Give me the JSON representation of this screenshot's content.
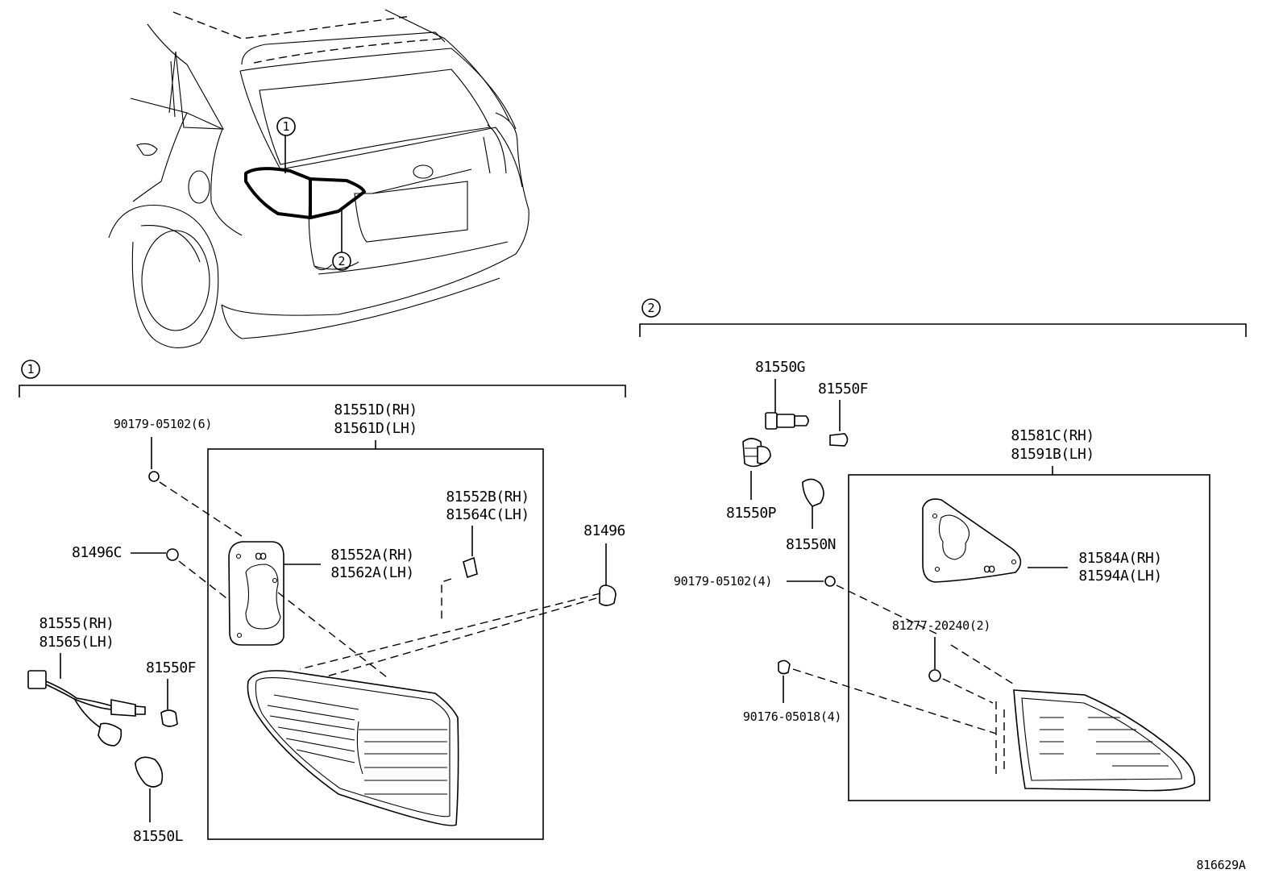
{
  "callouts": {
    "c1": "1",
    "c2": "2"
  },
  "group1": {
    "housing_rh": "81551D(RH)",
    "housing_lh": "81561D(LH)",
    "screw": "90179-05102(6)",
    "clip_c": "81496C",
    "clip": "81496",
    "lens_rh": "81552B(RH)",
    "lens_lh": "81564C(LH)",
    "gasket_rh": "81552A(RH)",
    "gasket_lh": "81562A(LH)",
    "wire_rh": "81555(RH)",
    "wire_lh": "81565(LH)",
    "bulb_f": "81550F",
    "bulb_l": "81550L"
  },
  "group2": {
    "socket_g": "81550G",
    "bulb_f": "81550F",
    "socket_p": "81550P",
    "bulb_n": "81550N",
    "housing_rh": "81581C(RH)",
    "housing_lh": "81591B(LH)",
    "gasket_rh": "81584A(RH)",
    "gasket_lh": "81594A(LH)",
    "screw": "90179-05102(4)",
    "nut": "81277-20240(2)",
    "screw2": "90176-05018(4)"
  },
  "figure_id": "816629A"
}
